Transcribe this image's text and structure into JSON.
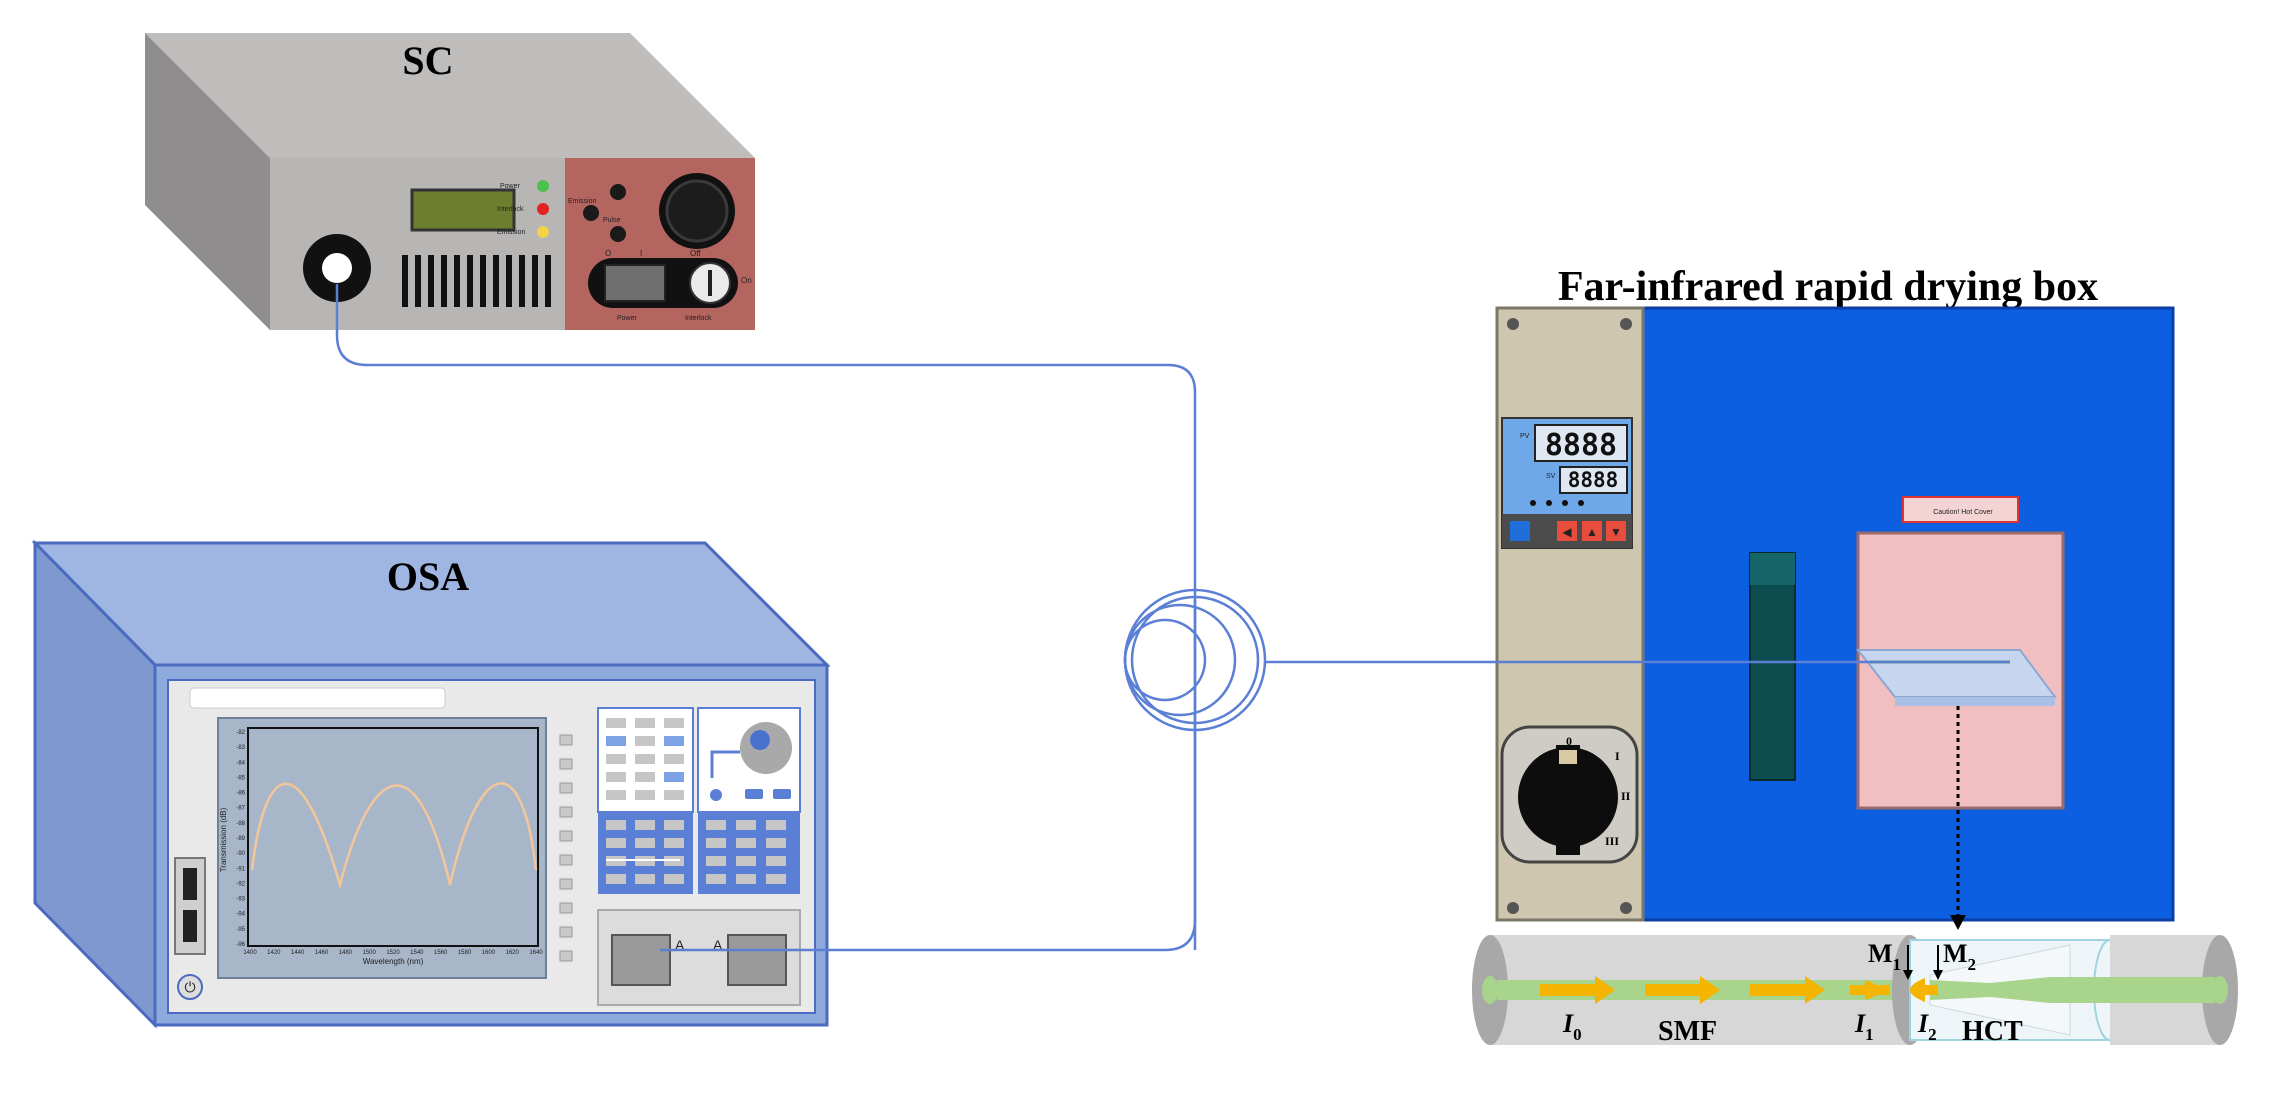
{
  "labels": {
    "sc": "SC",
    "osa": "OSA",
    "box": "Far-infrared rapid drying box",
    "m1": "M",
    "m1_sub": "1",
    "m2": "M",
    "m2_sub": "2",
    "i0": "I",
    "i0_sub": "0",
    "i1": "I",
    "i1_sub": "1",
    "i2": "I",
    "i2_sub": "2",
    "smf": "SMF",
    "hct": "HCT"
  },
  "sc_panel": {
    "indicator_1": "Power",
    "indicator_2": "Interlock",
    "indicator_3": "Emission",
    "knob_label_1": "Emission",
    "knob_label_2": "Pulse",
    "switch_label_1": "Power",
    "switch_label_2": "Interlock",
    "off": "Off",
    "on": "On",
    "o": "O",
    "i": "I"
  },
  "osa_panel": {
    "xlabel": "Wavelength (nm)",
    "ylabel": "Transmission (dB)",
    "x_ticks": [
      "1400",
      "1420",
      "1440",
      "1460",
      "1480",
      "1500",
      "1520",
      "1540",
      "1560",
      "1580",
      "1600",
      "1620",
      "1640"
    ],
    "y_ticks": [
      "-82",
      "-83",
      "-84",
      "-85",
      "-86",
      "-87",
      "-88",
      "-89",
      "-90",
      "-91",
      "-92",
      "-93",
      "-94",
      "-95",
      "-96"
    ],
    "btn_a1": "A",
    "btn_a2": "A"
  },
  "box_panel": {
    "pv_display": "8888",
    "sv_display": "8888",
    "pv_label": "PV",
    "sv_label": "SV",
    "dial_0": "0",
    "dial_1": "I",
    "dial_2": "II",
    "dial_3": "III",
    "caution": "Caution! Hot Cover"
  },
  "colors": {
    "fiber": "#5b7fd4",
    "sc_body": "#b7b7b7",
    "sc_panel": "#b5655f",
    "osa_body": "#8ea9dc",
    "box_blue": "#0b5fe0",
    "box_panel": "#cfc6b0",
    "door": "#f1bfc0",
    "arrow": "#f5b400",
    "core": "#a9d48c"
  }
}
